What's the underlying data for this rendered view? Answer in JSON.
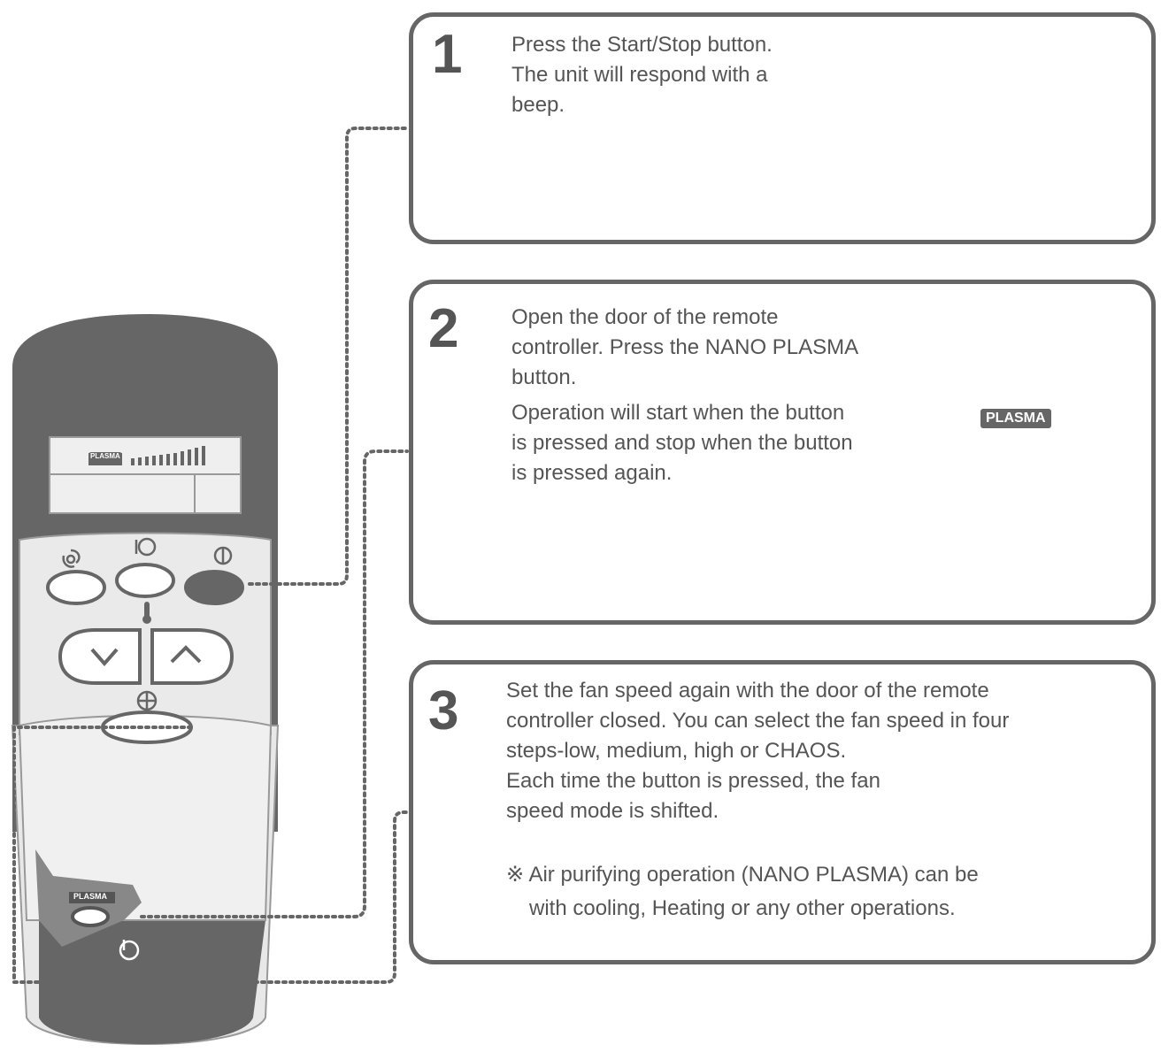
{
  "steps": [
    {
      "number": "1",
      "lines": [
        "Press the Start/Stop button.",
        "The unit will respond with a",
        "beep."
      ]
    },
    {
      "number": "2",
      "lines": [
        "Open the door of the remote",
        "controller. Press the NANO PLASMA",
        "button."
      ],
      "lines2": [
        "Operation will start when the button",
        "is pressed and stop when the button",
        "is pressed again."
      ],
      "button_label": "PLASMA"
    },
    {
      "number": "3",
      "lines": [
        "Set the fan speed again with the door of the remote",
        "controller closed. You can select the fan speed in four",
        "steps-low, medium, high or CHAOS.",
        "Each time the button is pressed, the fan",
        "speed mode is shifted."
      ],
      "note_mark": "※",
      "note_lines": [
        "Air purifying operation (NANO PLASMA) can be",
        "with cooling, Heating or any other operations."
      ]
    }
  ],
  "remote": {
    "display_label": "PLASMA",
    "door_label": "PLASMA",
    "icons": [
      "swirl-icon",
      "airflow-icon",
      "power-icon",
      "thermometer-icon",
      "fan-icon",
      "timer-icon"
    ]
  }
}
